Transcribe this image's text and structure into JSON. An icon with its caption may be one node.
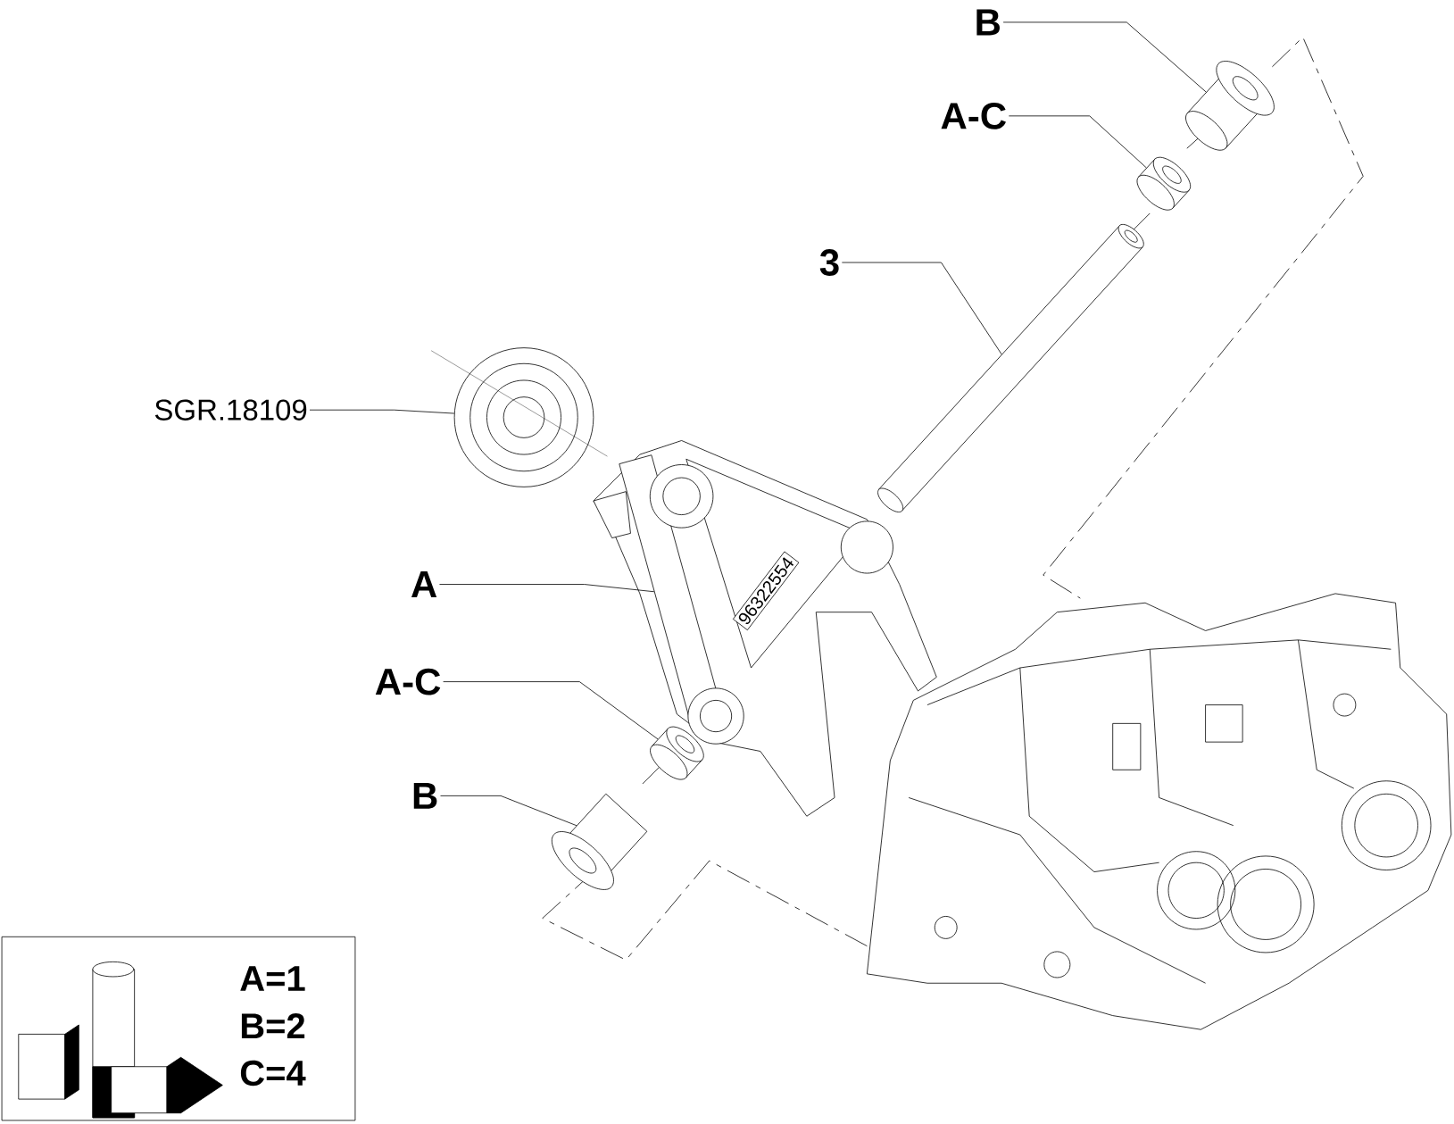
{
  "diagram": {
    "nodes": [
      {
        "text": [
          "B"
        ]
      },
      {
        "text": [],
        "shape": "picture"
      },
      {
        "text": [
          "A-C"
        ]
      },
      {
        "text": [],
        "shape": "picture"
      },
      {
        "text": [
          "3"
        ]
      },
      {
        "text": [],
        "shape": "picture"
      },
      {
        "text": [
          "SGR.18109"
        ]
      },
      {
        "text": [],
        "shape": "picture"
      },
      {
        "text": [
          "A"
        ]
      },
      {
        "text": [],
        "shape": "picture"
      },
      {
        "text": [
          "A-C"
        ]
      },
      {
        "text": [],
        "shape": "picture"
      },
      {
        "text": [
          "B"
        ]
      },
      {
        "text": [],
        "shape": "picture"
      },
      {
        "text": [
          "A=1",
          "B=2",
          "C=4"
        ]
      }
    ],
    "edges": [
      {
        "from": 0,
        "to": 1,
        "arrow": "none"
      },
      {
        "from": 2,
        "to": 3,
        "arrow": "none"
      },
      {
        "from": 4,
        "to": 5,
        "arrow": "none"
      },
      {
        "from": 6,
        "to": 7,
        "arrow": "none"
      },
      {
        "from": 8,
        "to": 9,
        "arrow": "none"
      },
      {
        "from": 10,
        "to": 11,
        "arrow": "none"
      },
      {
        "from": 12,
        "to": 13,
        "arrow": "none"
      }
    ],
    "labels": [
      "96322554"
    ]
  }
}
